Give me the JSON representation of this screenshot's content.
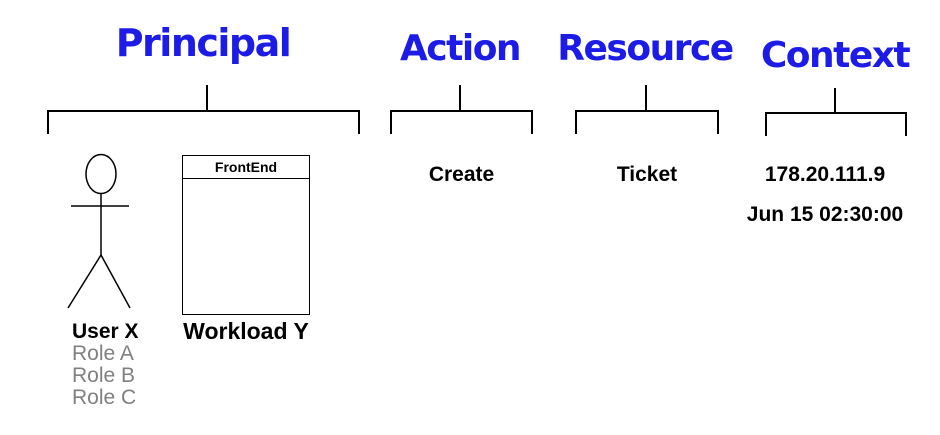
{
  "diagram": {
    "colors": {
      "accent_blue": "#1c1ce6",
      "line_black": "#000000",
      "role_gray": "#808080",
      "background": "#ffffff"
    },
    "columns": {
      "principal": {
        "label": "Principal"
      },
      "action": {
        "label": "Action",
        "value": "Create"
      },
      "resource": {
        "label": "Resource",
        "value": "Ticket"
      },
      "context": {
        "label": "Context",
        "ip": "178.20.111.9",
        "timestamp": "Jun 15 02:30:00"
      }
    },
    "principal": {
      "user": {
        "name": "User X",
        "roles": [
          "Role A",
          "Role B",
          "Role C"
        ]
      },
      "workload": {
        "box_title": "FrontEnd",
        "caption": "Workload Y"
      }
    }
  }
}
